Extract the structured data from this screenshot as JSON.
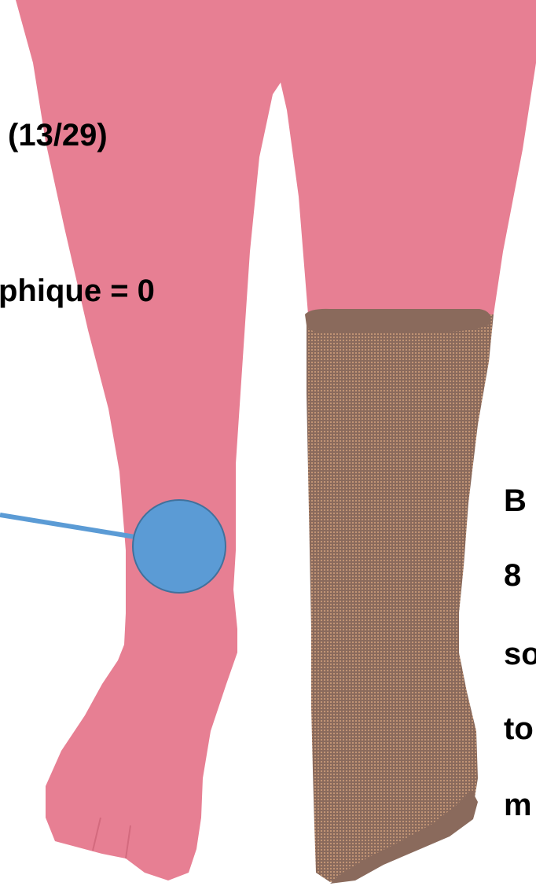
{
  "colors": {
    "skin": "#E77F93",
    "cast": "#8A6A5C",
    "cast_mesh": "#C19475",
    "marker_fill": "#5B9BD5",
    "marker_stroke": "#41719C",
    "pointer_line": "#5B9BD5",
    "text": "#000000"
  },
  "labels": {
    "count": "(13/29)",
    "score": "phique = 0",
    "right_lines": [
      "B",
      "8",
      "so",
      "to",
      "m"
    ]
  }
}
